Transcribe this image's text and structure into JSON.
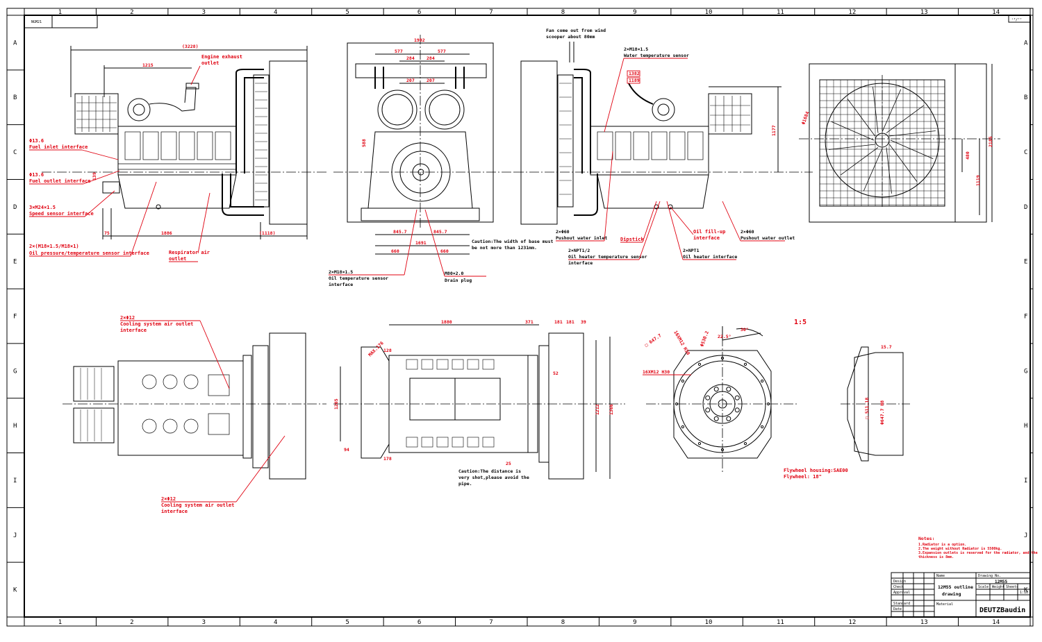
{
  "sheet": {
    "top_left_code": "NGM21",
    "grid_columns": [
      "1",
      "2",
      "3",
      "4",
      "5",
      "6",
      "7",
      "8",
      "9",
      "10",
      "11",
      "12",
      "13",
      "14"
    ],
    "grid_rows": [
      "A",
      "B",
      "C",
      "D",
      "E",
      "F",
      "G",
      "H",
      "I",
      "J",
      "K"
    ],
    "top_right_tag": "ˢ³/⁷⁷"
  },
  "side_left": {
    "dim_overall": "(3228)",
    "dim_upper": "1215",
    "dim_lower": "1886",
    "dim_lower_left": "75",
    "dim_lower_right": "(1118)",
    "dim_vert": "139",
    "callouts": {
      "exhaust": [
        "Engine exhaust",
        "outlet"
      ],
      "fuel_inlet": [
        "Φ13.6",
        "Fuel inlet interface"
      ],
      "fuel_outlet": [
        "Φ13.6",
        "Fuel outlet interface"
      ],
      "speed_sensor": [
        "3×M24×1.5",
        "Speed sensor interface"
      ],
      "oil_pressure": [
        "2×(M18×1.5/M18×1)",
        "Oil pressure/temperature sensor interface"
      ],
      "respirator": [
        "Respirator air",
        "outlet"
      ]
    }
  },
  "front_view": {
    "dim_top": "1992",
    "dim_pair_a": "577",
    "dim_pair_b": "577",
    "dim_inner_a": "284",
    "dim_inner_b": "284",
    "dim_inner_c": "207",
    "dim_inner_d": "207",
    "dim_side": "588",
    "dim_bottom_a": "845.7",
    "dim_bottom_b": "845.7",
    "dim_bottom_c": "1691",
    "dim_bottom_d": "660",
    "dim_bottom_e": "660",
    "caution": [
      "Caution:The width of base must",
      "be not more than 1231mm."
    ],
    "oil_temp": [
      "2×M18×1.5",
      "Oil temperature sensor",
      "interface"
    ],
    "drain": [
      "M80×2.0",
      "Drain plug"
    ]
  },
  "side_right": {
    "fan_note": [
      "Fan come out from wind",
      "scooper about 80mm"
    ],
    "water_temp": [
      "2×M18×1.5",
      "Water temperature sensor"
    ],
    "tag_a": "1382",
    "tag_b": "1189",
    "dim_vert": "1177",
    "outlet": [
      "2×Φ60",
      "Pushout water inlet"
    ],
    "dipstick": "Dipstick",
    "oil_fill": [
      "Oil fill-up",
      "interface"
    ],
    "outlet2": [
      "2×Φ60",
      "Pushout water outlet"
    ],
    "heater_a": [
      "2×NPT1/2",
      "Oil heater temperature sensor",
      "interface"
    ],
    "heater_b": [
      "2×NPT1",
      "Oil heater interface"
    ]
  },
  "radiator_view": {
    "dim_diam": "Φ1684",
    "dim_a": "480",
    "dim_b": "1119",
    "dim_c": "2185"
  },
  "top_view": {
    "cooling_top": [
      "2×Φ12",
      "Cooling system air outlet",
      "interface"
    ],
    "cooling_bottom": [
      "2×Φ12",
      "Cooling system air outlet",
      "interface"
    ]
  },
  "bottom_view": {
    "dim_top": "1880",
    "dim_a": "371",
    "dim_b": "181",
    "dim_c": "181",
    "dim_d": "39",
    "dim_vert": "1212",
    "dim_vert2": "1366",
    "dim_left": "1265",
    "dim_small_a": "128",
    "dim_small_b": "94",
    "dim_small_c": "178",
    "dim_small_d": "52",
    "dim_small_e": "25",
    "dim_angle": "MAX.176",
    "caution": [
      "Caution:The distance is",
      "very shot,please avoid the",
      "pipe."
    ]
  },
  "flywheel": {
    "scale": "1:5",
    "angle_a": "30°",
    "angle_b": "22.5°",
    "dim_a": "Φ530.2",
    "dim_b": "16XM12 H30",
    "dim_c": "16XM12 H30",
    "dim_d": "□ 647.7",
    "dim_e": "15.7",
    "dim_f": "□ 511.18",
    "dim_g": "Φ647.7 H8",
    "housing": [
      "Flywheel housing:SAE00",
      "Flywheel: 18\""
    ]
  },
  "notes": {
    "title": "Notes:",
    "lines": [
      "1.Radiator is a option.",
      "2.The weight without Radiator is 5500kg.",
      "3.Expansion outlets is reserved for the radiator, and the",
      "thickness is 8mm."
    ]
  },
  "title_block": {
    "name_label": "Name",
    "drawing_no_label": "Drawing No.",
    "drawing_no": "12M55",
    "title": [
      "12M55 outline",
      "drawing"
    ],
    "material_label": "Material",
    "logo": "DEUTZBaudin",
    "row_labels": [
      "Design",
      "Check",
      "Approval",
      "Standard",
      "Date"
    ],
    "mini": [
      "Scale",
      "Weight",
      "Sheets",
      "1:10"
    ]
  },
  "colors": {
    "annotation": "#e0000f",
    "linework": "#000000",
    "paper": "#ffffff"
  }
}
